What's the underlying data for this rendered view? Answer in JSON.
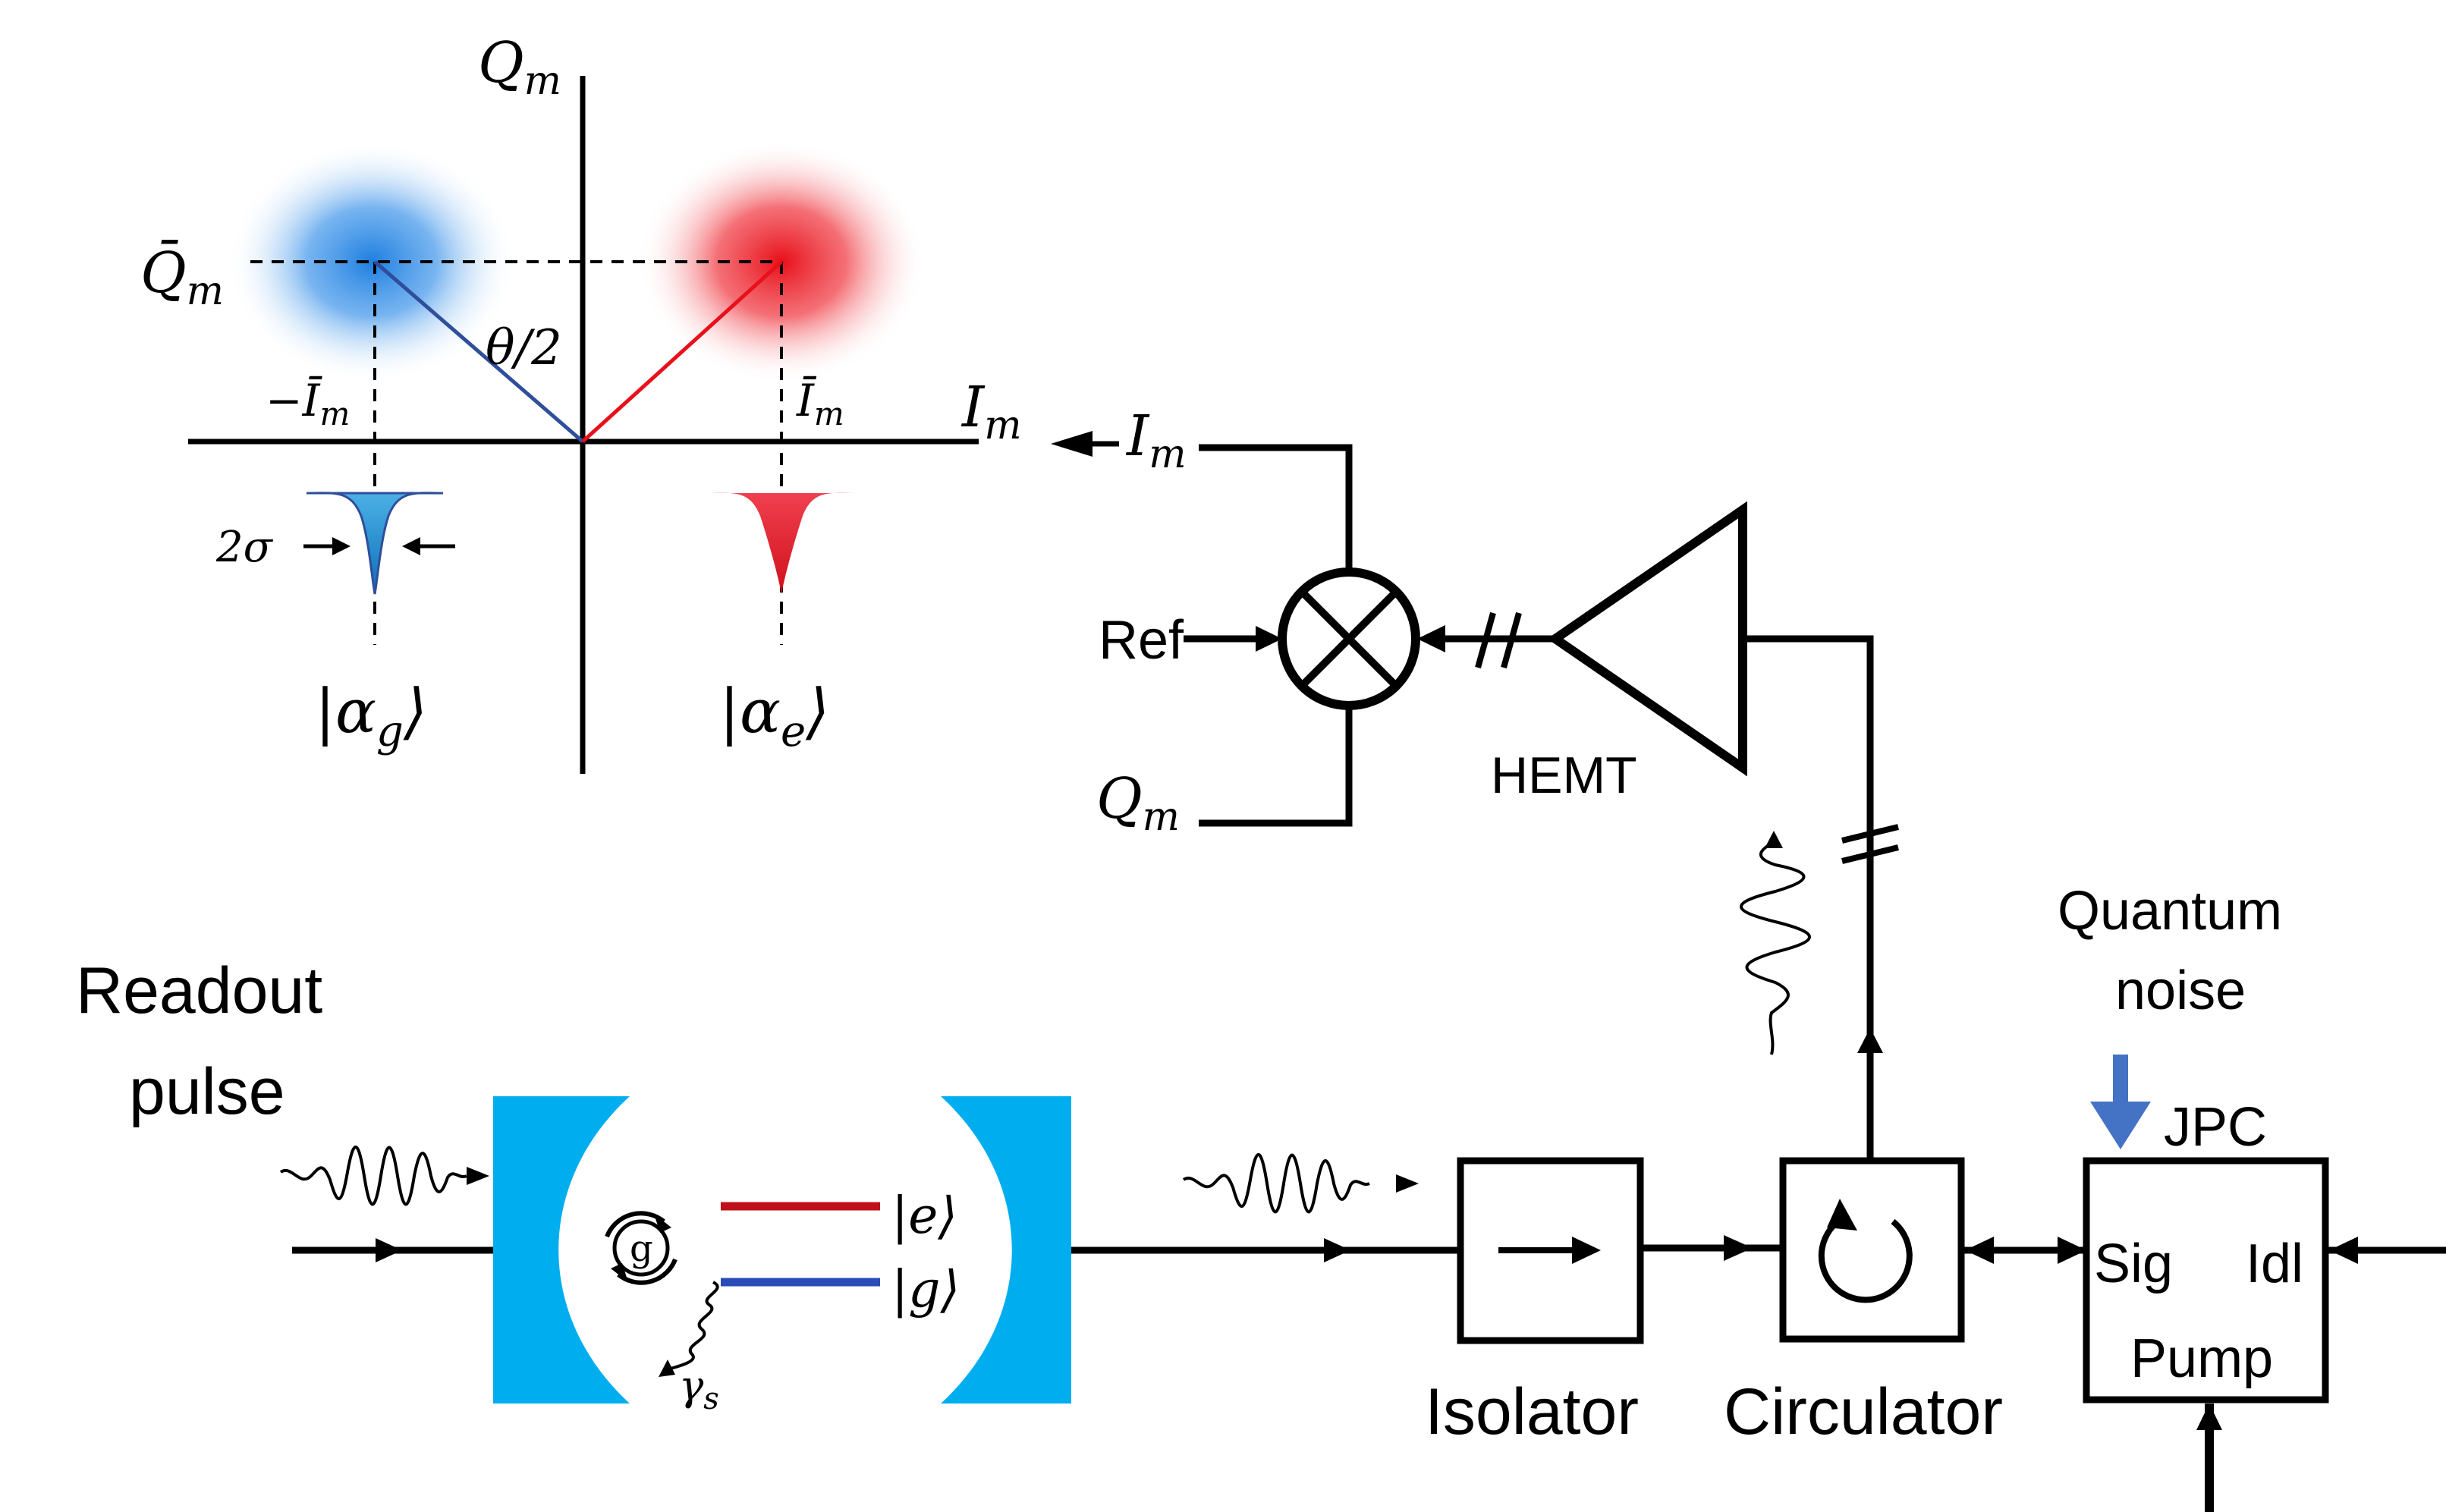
{
  "iq_plane": {
    "axis_q": "Q",
    "axis_q_sub": "m",
    "axis_i": "I",
    "axis_i_sub": "m",
    "qbar": "Q̄",
    "qbar_sub": "m",
    "minus_ibar": "−Ī",
    "minus_ibar_sub": "m",
    "ibar": "Ī",
    "ibar_sub": "m",
    "angle": "θ/2",
    "width": "2σ",
    "state_g": "|α",
    "state_g_sub": "g",
    "state_e": "|α",
    "state_e_sub": "e",
    "ket_close": "⟩"
  },
  "mixer": {
    "out_i": "I",
    "out_i_sub": "m",
    "out_q": "Q",
    "out_q_sub": "m",
    "ref": "Ref"
  },
  "amplifier": {
    "hemt": "HEMT"
  },
  "input": {
    "title_line1": "Readout",
    "title_line2": "pulse"
  },
  "cavity": {
    "qubit": "g",
    "level_e": "|e⟩",
    "level_g": "|g⟩",
    "decay": "γ",
    "decay_sub": "s"
  },
  "chain": {
    "isolator": "Isolator",
    "circulator": "Circulator"
  },
  "jpc": {
    "noise_line1": "Quantum",
    "noise_line2": "noise",
    "title": "JPC",
    "sig": "Sig",
    "idl": "Idl",
    "pump": "Pump"
  },
  "colors": {
    "blue_state": "#1E7FE0",
    "red_state": "#E8101A",
    "mirror": "#00AEEF",
    "level_e": "#C0101A",
    "level_g": "#2A4BB8",
    "noise_arrow": "#4472C4"
  }
}
